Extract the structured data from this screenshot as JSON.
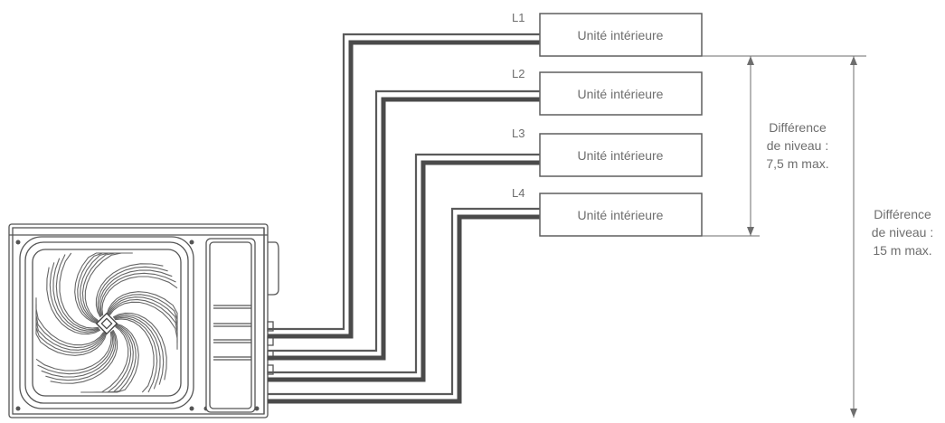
{
  "indoor_units": [
    {
      "line": "L1",
      "label": "Unité intérieure"
    },
    {
      "line": "L2",
      "label": "Unité intérieure"
    },
    {
      "line": "L3",
      "label": "Unité intérieure"
    },
    {
      "line": "L4",
      "label": "Unité intérieure"
    }
  ],
  "level_difference_indoor": [
    "Différence",
    "de niveau :",
    "7,5 m max."
  ],
  "level_difference_total": [
    "Différence",
    "de niveau :",
    "15 m max."
  ],
  "colors": {
    "line": "#5a5a5a",
    "text": "#6e6e6e"
  }
}
